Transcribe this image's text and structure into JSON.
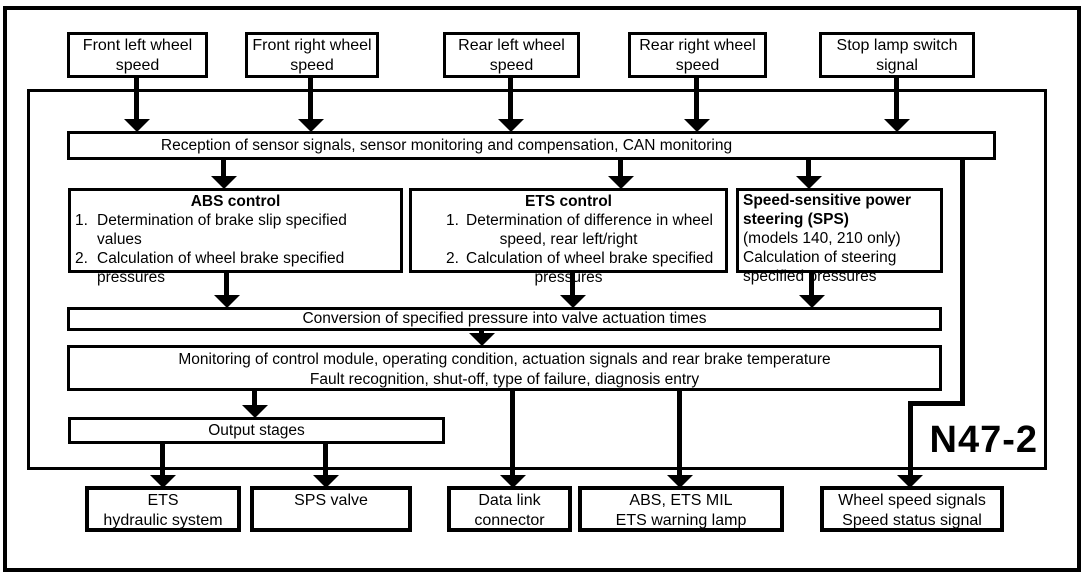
{
  "module_label": "N47-2",
  "colors": {
    "ink": "#000000",
    "paper": "#ffffff"
  },
  "top_inputs": [
    {
      "lines": [
        "Front left wheel",
        "speed"
      ]
    },
    {
      "lines": [
        "Front right wheel",
        "speed"
      ]
    },
    {
      "lines": [
        "Rear left wheel",
        "speed"
      ]
    },
    {
      "lines": [
        "Rear right wheel",
        "speed"
      ]
    },
    {
      "lines": [
        "Stop lamp switch",
        "signal"
      ]
    }
  ],
  "reception_label": "Reception of sensor signals, sensor monitoring and compensation, CAN monitoring",
  "abs": {
    "title": "ABS control",
    "item1": {
      "num": "1.",
      "line1": "Determination of brake slip specified",
      "line2": "values"
    },
    "item2": {
      "num": "2.",
      "line1": "Calculation of wheel brake specified",
      "line2": "pressures"
    }
  },
  "ets": {
    "title": "ETS control",
    "item1": {
      "num": "1.",
      "line1": "Determination of difference in wheel",
      "line2": "speed, rear left/right"
    },
    "item2": {
      "num": "2.",
      "line1": "Calculation of wheel brake specified",
      "line2": "pressures"
    }
  },
  "sps": {
    "line1": "Speed-sensitive power",
    "line2": "steering (SPS)",
    "line3": "(models 140, 210 only)",
    "line4": "Calculation of steering",
    "line5": "specified pressures"
  },
  "conversion_label": "Conversion of specified pressure into valve actuation times",
  "monitoring": {
    "line1": "Monitoring of control module, operating condition, actuation signals and rear brake temperature",
    "line2": "Fault recognition, shut-off, type of failure, diagnosis entry"
  },
  "output_stages_label": "Output stages",
  "outputs": [
    {
      "lines": [
        "ETS",
        "hydraulic system"
      ]
    },
    {
      "lines": [
        "SPS valve",
        ""
      ]
    },
    {
      "lines": [
        "Data link",
        "connector"
      ]
    },
    {
      "lines": [
        "ABS, ETS MIL",
        "ETS warning lamp"
      ]
    },
    {
      "lines": [
        "Wheel speed signals",
        "Speed status signal"
      ]
    }
  ]
}
